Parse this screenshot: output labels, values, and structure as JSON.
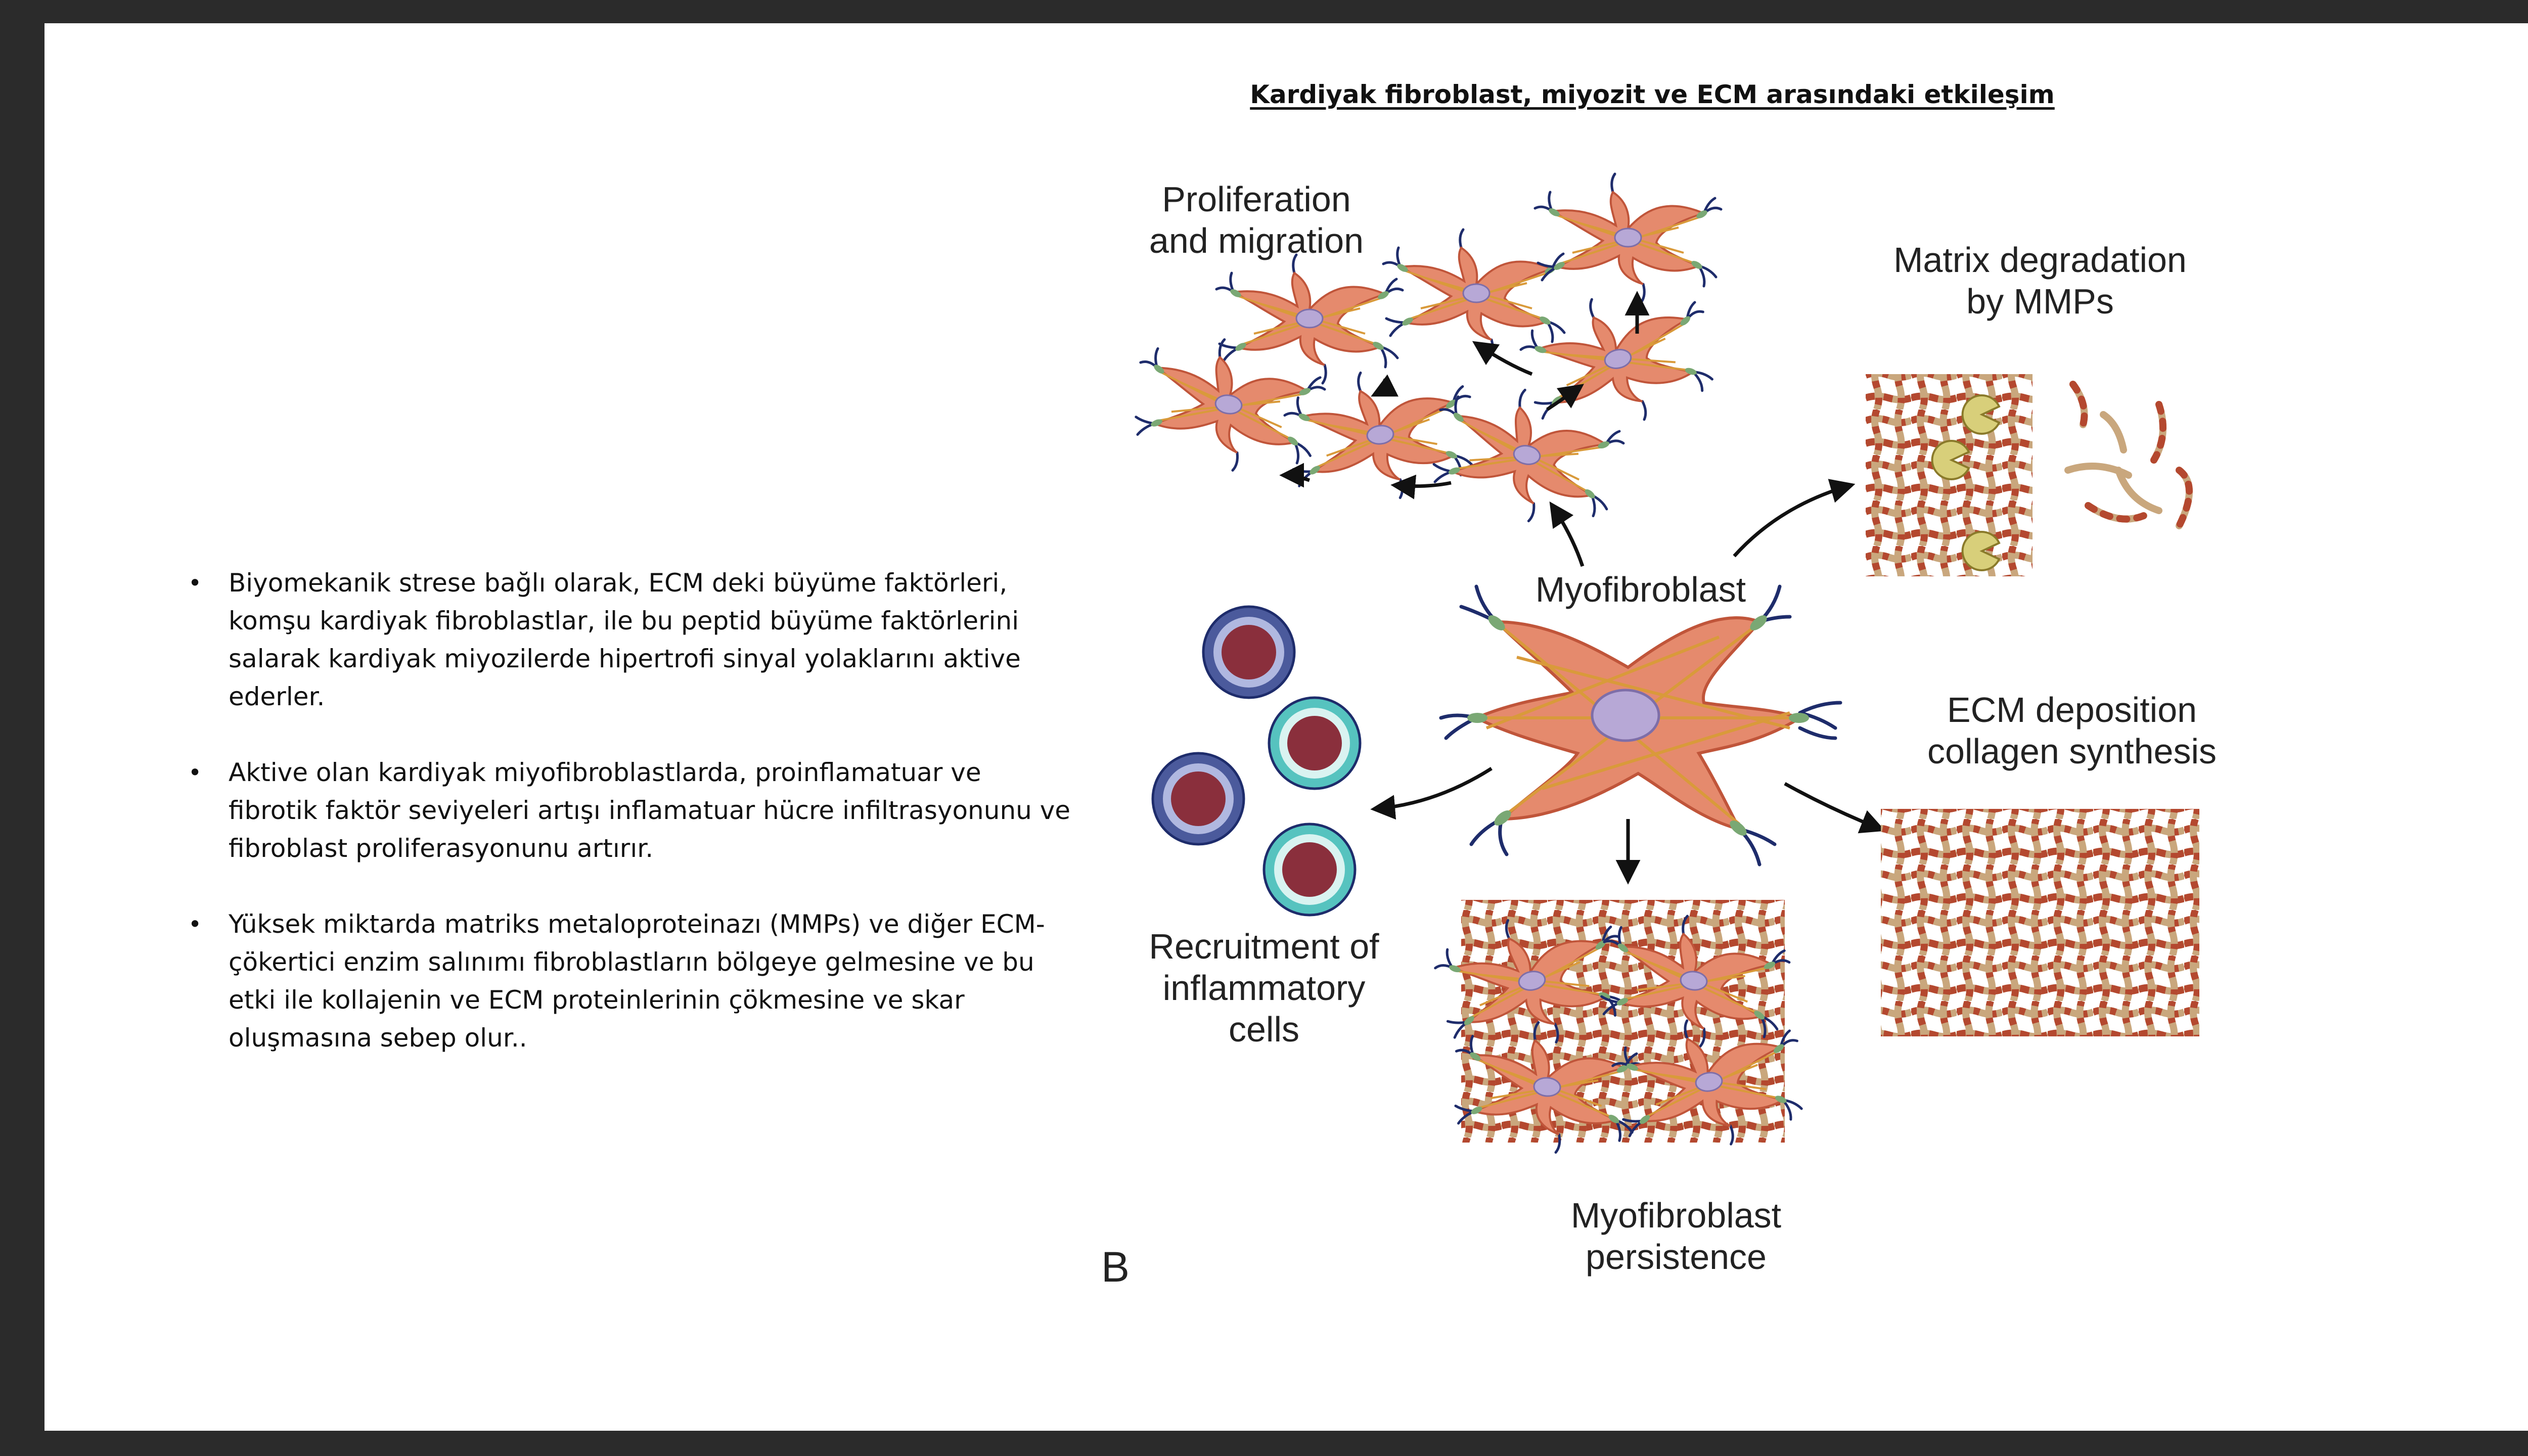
{
  "slide": {
    "title": "Kardiyak fibroblast, miyozit ve ECM arasındaki etkileşim",
    "bullets": [
      "Biyomekanik strese bağlı olarak, ECM deki büyüme faktörleri, komşu kardiyak fibroblastlar, ile bu peptid büyüme faktörlerini salarak kardiyak miyozilerde hipertrofi sinyal yolaklarını aktive ederler.",
      "Aktive olan kardiyak miyofibroblastlarda, proinflamatuar ve fibrotik faktör seviyeleri artışı inflamatuar hücre infiltrasyonunu ve fibroblast proliferasyonunu artırır.",
      "Yüksek miktarda matriks metaloproteinazı (MMPs) ve diğer ECM-çökertici enzim salınımı fibroblastların bölgeye gelmesine ve bu etki ile  kollajenin ve ECM proteinlerinin çökmesine ve skar oluşmasına sebep olur.."
    ],
    "bullet_marker": "•"
  },
  "figure": {
    "labels": {
      "proliferation": [
        "Proliferation",
        "and migration"
      ],
      "matrix_degradation": [
        "Matrix degradation",
        "by MMPs"
      ],
      "myofibroblast": "Myofibroblast",
      "ecm_deposition": [
        "ECM deposition",
        "collagen synthesis"
      ],
      "recruitment": [
        "Recruitment of",
        "inflammatory",
        "cells"
      ],
      "persistence": [
        "Myofibroblast",
        "persistence"
      ],
      "panel": "B"
    },
    "colors": {
      "cell_body": "#e58a6d",
      "cell_outline": "#c0553a",
      "cell_fiber": "#d99a3a",
      "nucleus": "#b7a8d6",
      "extension": "#1e2c6b",
      "adhesion": "#7aa874",
      "collagen_tan": "#c9a77d",
      "collagen_red": "#b4482f",
      "mmp": "#d8cf7a",
      "inflam_outer_dark": "#4b5a9c",
      "inflam_outer_light": "#56c3bf",
      "inflam_nucleus": "#8a2f3c"
    },
    "icons": [
      "arrow-icon",
      "mmp-pacman-icon",
      "fibroblast-cell-icon",
      "inflammatory-cell-icon",
      "collagen-mesh-icon"
    ]
  }
}
